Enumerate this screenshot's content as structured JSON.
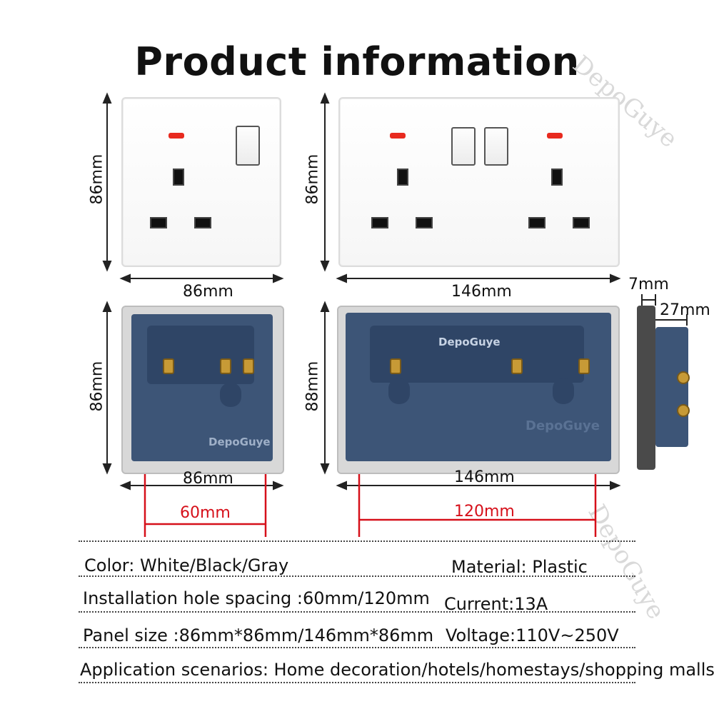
{
  "title": "Product information",
  "watermark": "DepoGuye",
  "brand_on_back": "DepoGuye",
  "dimensions": {
    "single_front_height": "86mm",
    "single_front_width": "86mm",
    "double_front_height": "86mm",
    "double_front_width": "146mm",
    "depth_front": "7mm",
    "depth_total": "27mm",
    "single_back_height": "86mm",
    "single_back_width": "86mm",
    "double_back_height": "88mm",
    "double_back_width": "146mm",
    "single_hole_spacing": "60mm",
    "double_hole_spacing": "120mm"
  },
  "specs": {
    "color": "Color: White/Black/Gray",
    "material": "Material: Plastic",
    "hole_spacing": "Installation hole spacing :60mm/120mm",
    "current": "Current:13A",
    "panel_size": "Panel size :86mm*86mm/146mm*86mm",
    "voltage": "Voltage:110V~250V",
    "application": "Application scenarios: Home decoration/hotels/homestays/shopping malls"
  },
  "colors": {
    "accent_red": "#d6101a",
    "module_blue": "#3d5577",
    "led_red": "#e82a1f"
  }
}
